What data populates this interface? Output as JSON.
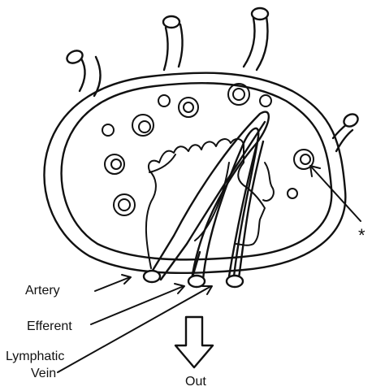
{
  "labels": {
    "artery": "Artery",
    "efferent": "Efferent",
    "lymphatic": "Lymphatic",
    "vein": "Vein",
    "out": "Out",
    "asterisk": "*"
  },
  "colors": {
    "line": "#111111",
    "background": "#ffffff"
  }
}
